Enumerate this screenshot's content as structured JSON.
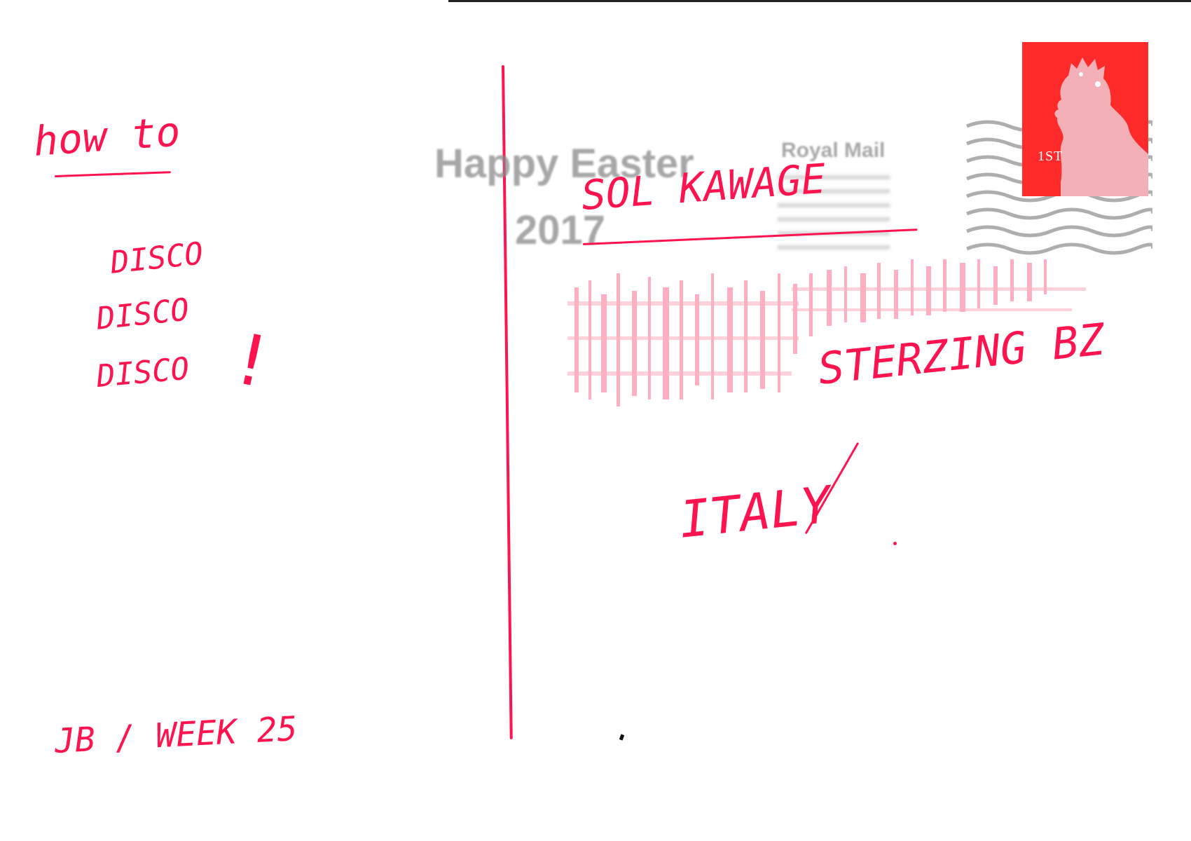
{
  "left_message": {
    "heading": "how to",
    "line1": "DISCO",
    "line2": "DISCO",
    "line3": "DISCO",
    "exclamation": "!",
    "signature": "JB / WEEK 25"
  },
  "postmark": {
    "slogan_line1": "Happy Easter",
    "slogan_line2": "2017",
    "operator": "Royal Mail"
  },
  "stamp": {
    "value": "1ST",
    "color": "#ff2a2a"
  },
  "address": {
    "name": "SOL KAWAGE",
    "town": "STERZING BZ",
    "country": "ITALY"
  },
  "colors": {
    "ink": "#ff1450",
    "postmark_gray": "#8a8a8a"
  }
}
